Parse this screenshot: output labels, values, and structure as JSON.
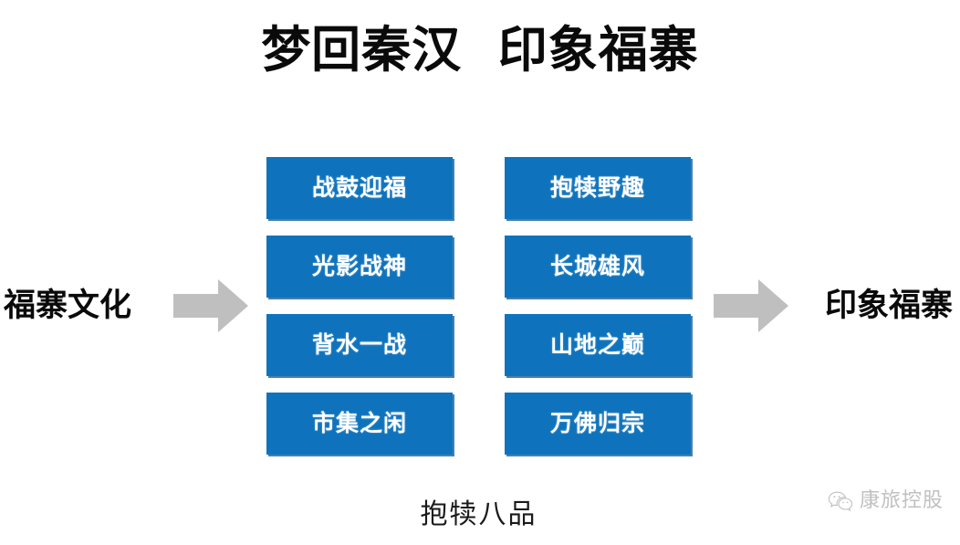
{
  "slide": {
    "title": "梦回秦汉  印象福寨",
    "caption": "抱犊八品",
    "background_color": "#ffffff"
  },
  "flow": {
    "input_label": "福寨文化",
    "output_label": "印象福寨",
    "arrow_left_icon": "right-block-arrow-icon",
    "arrow_right_icon": "right-block-arrow-icon",
    "arrow_color": "#bfbfbf"
  },
  "boxes": {
    "fill_color": "#0e73bc",
    "text_color": "#ffffff",
    "left_column": [
      {
        "label": "战鼓迎福"
      },
      {
        "label": "光影战神"
      },
      {
        "label": "背水一战"
      },
      {
        "label": "市集之闲"
      }
    ],
    "right_column": [
      {
        "label": "抱犊野趣"
      },
      {
        "label": "长城雄风"
      },
      {
        "label": "山地之巅"
      },
      {
        "label": "万佛归宗"
      }
    ]
  },
  "watermark": {
    "icon": "wechat-icon",
    "text": "康旅控股",
    "color": "#6b6b6b"
  }
}
